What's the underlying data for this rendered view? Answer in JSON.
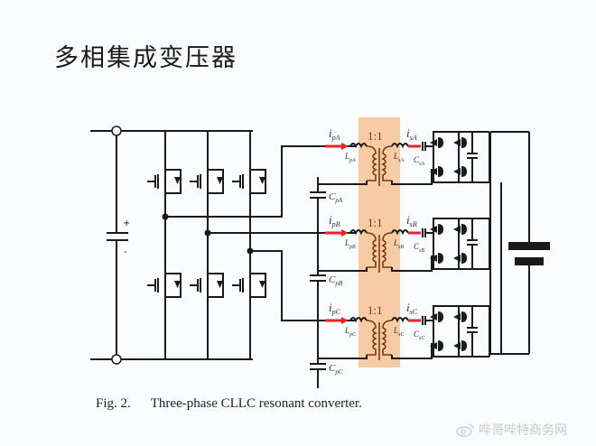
{
  "slide": {
    "title": "多相集成变压器",
    "caption_fig": "Fig. 2.",
    "caption_text": "Three-phase CLLC resonant converter.",
    "watermark": "哔哥哔特商务网"
  },
  "diagram": {
    "phases": [
      {
        "name": "A",
        "primary_current": "i",
        "primary_current_sub": "pA",
        "secondary_current": "i",
        "secondary_current_sub": "sA",
        "primary_inductor": "L",
        "primary_inductor_sub": "pA",
        "secondary_inductor": "L",
        "secondary_inductor_sub": "sA",
        "secondary_cap": "C",
        "secondary_cap_sub": "sA",
        "primary_cap": "C",
        "primary_cap_sub": "pA",
        "turns_ratio": "1:1"
      },
      {
        "name": "B",
        "primary_current": "i",
        "primary_current_sub": "pB",
        "secondary_current": "i",
        "secondary_current_sub": "sB",
        "primary_inductor": "L",
        "primary_inductor_sub": "pB",
        "secondary_inductor": "L",
        "secondary_inductor_sub": "sB",
        "secondary_cap": "C",
        "secondary_cap_sub": "sB",
        "primary_cap": "C",
        "primary_cap_sub": "pB",
        "turns_ratio": "1:1"
      },
      {
        "name": "C",
        "primary_current": "i",
        "primary_current_sub": "pC",
        "secondary_current": "i",
        "secondary_current_sub": "sC",
        "primary_inductor": "L",
        "primary_inductor_sub": "pC",
        "secondary_inductor": "L",
        "secondary_inductor_sub": "sC",
        "secondary_cap": "C",
        "secondary_cap_sub": "sC",
        "primary_cap": "C",
        "primary_cap_sub": "pC",
        "turns_ratio": "1:1"
      }
    ],
    "dc_source_plus": "+",
    "dc_source_minus": "-",
    "colors": {
      "transformer_highlight": "#f6c59a",
      "current_arrow": "#e8242a",
      "wire": "#1a1a1a",
      "winding": "#7a3a10"
    }
  }
}
